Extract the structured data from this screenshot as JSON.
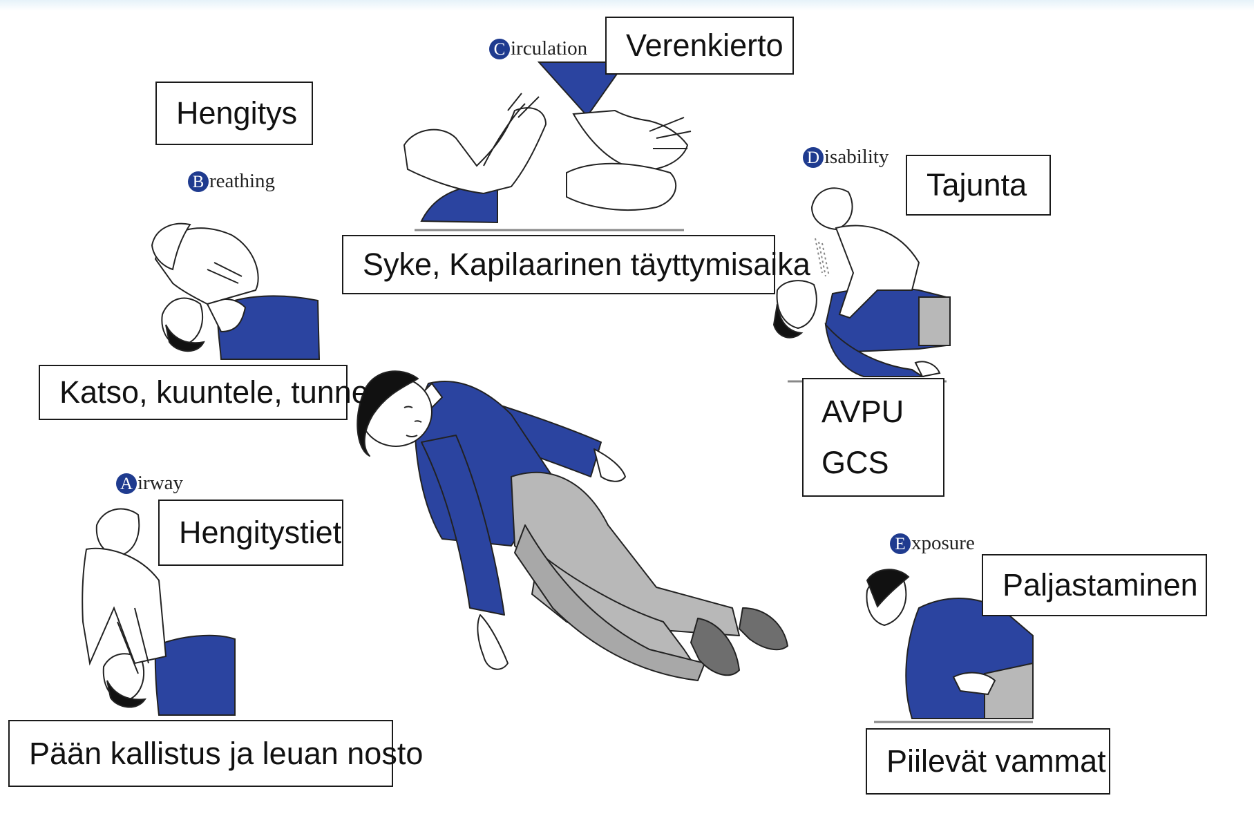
{
  "colors": {
    "accent_blue": "#2b44a0",
    "trouser_grey": "#b8b8b8",
    "letter_circle": "#1f3b8f"
  },
  "steps": {
    "airway": {
      "letter": "A",
      "word": "irway",
      "label": "Hengitystiet",
      "action": "Pään kallistus ja leuan nosto"
    },
    "breathing": {
      "letter": "B",
      "word": "reathing",
      "label": "Hengitys",
      "action": "Katso, kuuntele, tunne"
    },
    "circulation": {
      "letter": "C",
      "word": "irculation",
      "label": "Verenkierto",
      "action": "Syke, Kapilaarinen täyttymisaika"
    },
    "disability": {
      "letter": "D",
      "word": "isability",
      "label": "Tajunta",
      "actions": [
        "AVPU",
        "GCS"
      ]
    },
    "exposure": {
      "letter": "E",
      "word": "xposure",
      "label": "Paljastaminen",
      "action": "Piilevät vammat"
    }
  },
  "icons": [
    "airway-illustration",
    "breathing-illustration",
    "circulation-illustration",
    "disability-illustration",
    "exposure-illustration",
    "recovery-position-illustration"
  ]
}
